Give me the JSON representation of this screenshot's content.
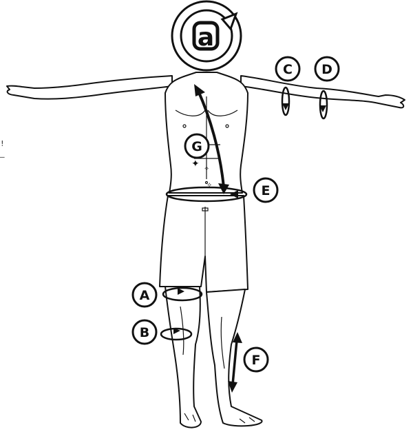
{
  "logo": {
    "glyph": "a",
    "icon": "logo-icon"
  },
  "markers": {
    "A": "A",
    "B": "B",
    "C": "C",
    "D": "D",
    "E": "E",
    "F": "F",
    "G": "G"
  },
  "edge_marks": {
    "top": "!",
    "bottom": "–"
  },
  "colors": {
    "ink": "#111111",
    "paper": "#ffffff"
  }
}
